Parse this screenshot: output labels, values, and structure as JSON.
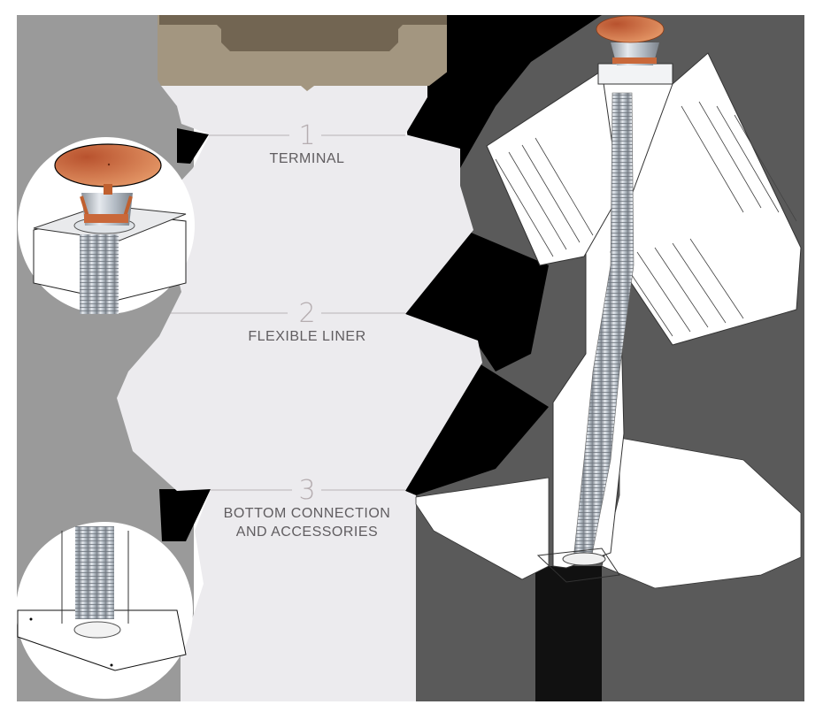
{
  "header": {
    "banner_text": "",
    "banner_color_dark": "#726552",
    "banner_color_light": "#a39680"
  },
  "steps": [
    {
      "number": "1",
      "title": "TERMINAL"
    },
    {
      "number": "2",
      "title": "FLEXIBLE LINER"
    },
    {
      "number": "3",
      "title_line1": "BOTTOM CONNECTION",
      "title_line2": "AND ACCESSORIES"
    }
  ],
  "illustration": {
    "callout_top": "terminal-cap-detail",
    "callout_bottom": "bottom-connection-detail",
    "main": "chimney-with-flexible-liner-through-roof",
    "cap_color": "#d9814f",
    "panel_color": "#ecebee",
    "left_bg_color": "#9a9a9a",
    "right_bg_color": "#5a5a5a"
  }
}
